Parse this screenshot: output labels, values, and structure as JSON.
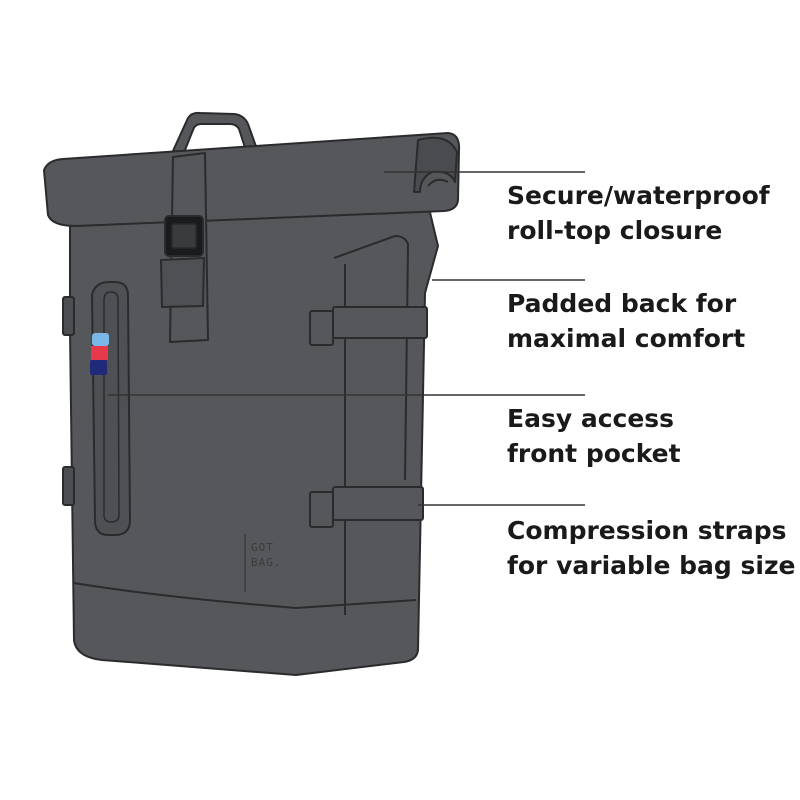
{
  "callouts": [
    {
      "line1": "Secure/waterproof",
      "line2": "roll-top closure"
    },
    {
      "line1": "Padded back for",
      "line2": "maximal comfort"
    },
    {
      "line1": "Easy access",
      "line2": "front pocket"
    },
    {
      "line1": "Compression straps",
      "line2": "for variable bag size"
    }
  ],
  "brand": {
    "line1": "GOT",
    "line2": "BAG."
  },
  "colors": {
    "bag_body": "#56575a",
    "bag_outline": "#2a2b2d",
    "leader_line": "#333333",
    "text": "#1a1a1a",
    "zip_light_blue": "#7ab8e8",
    "zip_red": "#e63a4a",
    "zip_navy": "#1f2a7a"
  }
}
